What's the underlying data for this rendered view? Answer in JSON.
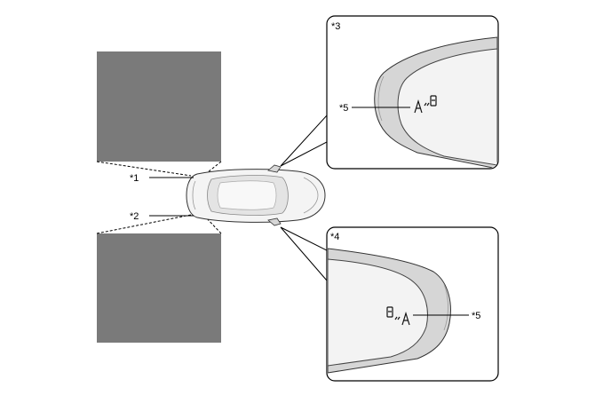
{
  "callouts": {
    "c1": "*1",
    "c2": "*2",
    "c3": "*3",
    "c4": "*4",
    "c5_upper": "*5",
    "c5_lower": "*5"
  },
  "colors": {
    "zone_fill": "#7a7a7a",
    "outline": "#000000",
    "car_body": "#f4f4f4",
    "car_shadow": "#c9c9c9",
    "mirror_glass": "#f3f3f3",
    "mirror_housing": "#d6d6d6"
  },
  "icons": {
    "upper_indicator": "bsm-indicator-icon",
    "lower_indicator": "bsm-indicator-icon"
  }
}
